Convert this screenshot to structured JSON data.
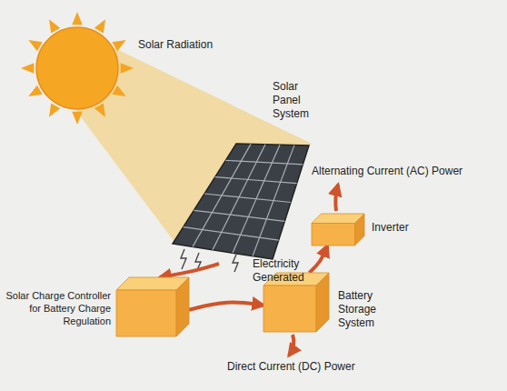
{
  "diagram": {
    "nodes": [
      {
        "text": [
          "Solar Radiation"
        ]
      },
      {
        "text": [
          "Solar Panel System"
        ]
      },
      {
        "text": [
          "Solar Charge Controller for Battery Charge Regulation"
        ]
      },
      {
        "text": [
          "Battery Storage System"
        ]
      },
      {
        "text": [
          "Inverter"
        ]
      }
    ],
    "edges": [
      {
        "from": 1,
        "to": 2,
        "label": "Electricity Generated",
        "arrow": "to"
      },
      {
        "from": 2,
        "to": 3,
        "arrow": "to"
      },
      {
        "from": 3,
        "to": 4,
        "arrow": "to"
      }
    ],
    "labels": [
      "Alternating Current (AC) Power",
      "Direct Current (DC) Power"
    ]
  }
}
